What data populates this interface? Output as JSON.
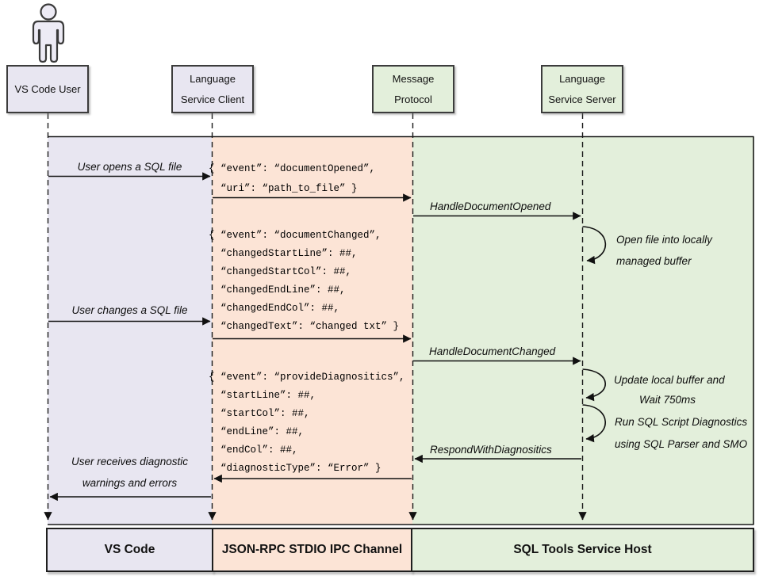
{
  "colors": {
    "lavender": "#E8E6F1",
    "peach": "#FCE4D6",
    "green": "#E3EFDB",
    "line": "#1A1A1A"
  },
  "actors": {
    "user": {
      "line1": "VS Code User"
    },
    "client": {
      "line1": "Language",
      "line2": "Service Client"
    },
    "protocol": {
      "line1": "Message",
      "line2": "Protocol"
    },
    "server": {
      "line1": "Language",
      "line2": "Service Server"
    }
  },
  "messages": {
    "open_file": "User opens a SQL file",
    "handle_document_opened": "HandleDocumentOpened",
    "open_locally_1": "Open file into locally",
    "open_locally_2": "managed buffer",
    "change_file": "User changes a SQL file",
    "handle_document_changed": "HandleDocumentChanged",
    "update_buffer_1": "Update local buffer and",
    "update_buffer_2": "Wait 750ms",
    "run_diagnostics_1": "Run SQL Script Diagnostics",
    "run_diagnostics_2": "using SQL Parser and SMO",
    "respond_with_diagnostics": "RespondWithDiagnositics",
    "receive_diagnostics_1": "User receives diagnostic",
    "receive_diagnostics_2": "warnings and errors"
  },
  "payloads": {
    "document_opened": {
      "l1": "{ “event”: “documentOpened”,",
      "l2": "  “uri”: “path_to_file” }"
    },
    "document_changed": {
      "l1": "{ “event”: “documentChanged”,",
      "l2": "  “changedStartLine”: ##,",
      "l3": "  “changedStartCol”: ##,",
      "l4": "  “changedEndLine”: ##,",
      "l5": "  “changedEndCol”: ##,",
      "l6": "  “changedText”: “changed txt” }"
    },
    "provide_diagnostics": {
      "l1": "{ “event”: “provideDiagnositics”,",
      "l2": "  “startLine”: ##,",
      "l3": "  “startCol”: ##,",
      "l4": "  “endLine”: ##,",
      "l5": "  “endCol”: ##,",
      "l6": "  “diagnosticType”: “Error” }"
    }
  },
  "footer": {
    "vscode": "VS Code",
    "channel": "JSON-RPC STDIO IPC Channel",
    "host": "SQL Tools Service Host"
  }
}
